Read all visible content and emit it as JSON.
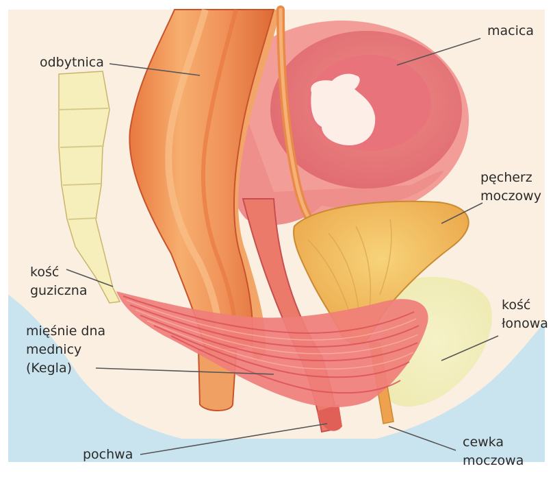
{
  "labels": {
    "macica": [
      "macica"
    ],
    "odbytnica": [
      "odbytnica"
    ],
    "pecherz": [
      "pęcherz",
      "moczowy"
    ],
    "kosc_guziczna": [
      "kość",
      "guziczna"
    ],
    "kosc_lonowa": [
      "kość",
      "łonowa"
    ],
    "miesnie": [
      "mięśnie dna",
      "mednicy",
      "(Kegla)"
    ],
    "pochwa": [
      "pochwa"
    ],
    "cewka": [
      "cewka",
      "moczowa"
    ]
  }
}
